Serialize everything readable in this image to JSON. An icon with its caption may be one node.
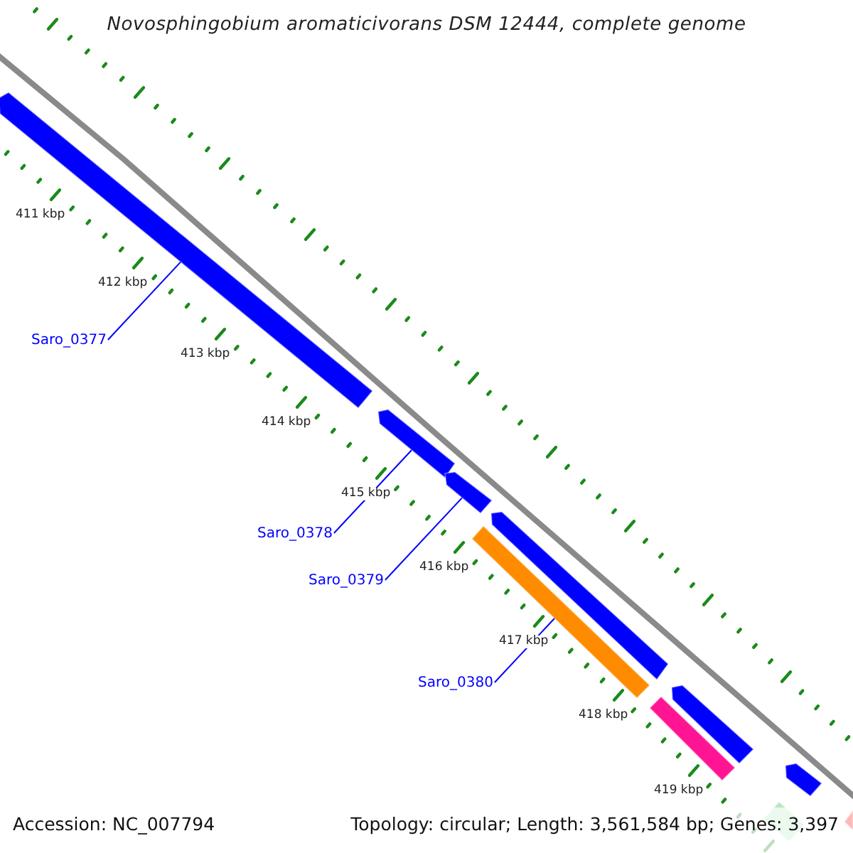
{
  "diagram": {
    "title": "Novosphingobium aromaticivorans DSM 12444, complete genome",
    "nodes": [
      {
        "text": [
          "Saro_0377"
        ]
      },
      {
        "text": [
          "Saro_0378"
        ]
      },
      {
        "text": [
          "Saro_0379"
        ]
      },
      {
        "text": [
          "Saro_0380"
        ]
      },
      {
        "text": [],
        "shape": "arrow"
      },
      {
        "text": [],
        "shape": "arrow"
      },
      {
        "text": [],
        "shape": "arrow"
      },
      {
        "text": [],
        "shape": "arrow"
      },
      {
        "text": [],
        "shape": "bar"
      },
      {
        "text": [],
        "shape": "arrow"
      },
      {
        "text": [],
        "shape": "bar"
      },
      {
        "text": [],
        "shape": "arrow"
      },
      {
        "text": [],
        "shape": "bar"
      },
      {
        "text": [],
        "shape": "arrow"
      }
    ],
    "edges": [
      {
        "from": 0,
        "to": 4,
        "arrow": "none"
      },
      {
        "from": 1,
        "to": 5,
        "arrow": "none"
      },
      {
        "from": 2,
        "to": 6,
        "arrow": "none"
      },
      {
        "from": 3,
        "to": 8,
        "arrow": "none"
      }
    ],
    "labels": [
      "411 kbp",
      "412 kbp",
      "413 kbp",
      "414 kbp",
      "415 kbp",
      "416 kbp",
      "417 kbp",
      "418 kbp",
      "419 kbp",
      "Accession: NC_007794",
      "Topology: circular; Length: 3,561,584 bp; Genes: 3,397"
    ]
  }
}
